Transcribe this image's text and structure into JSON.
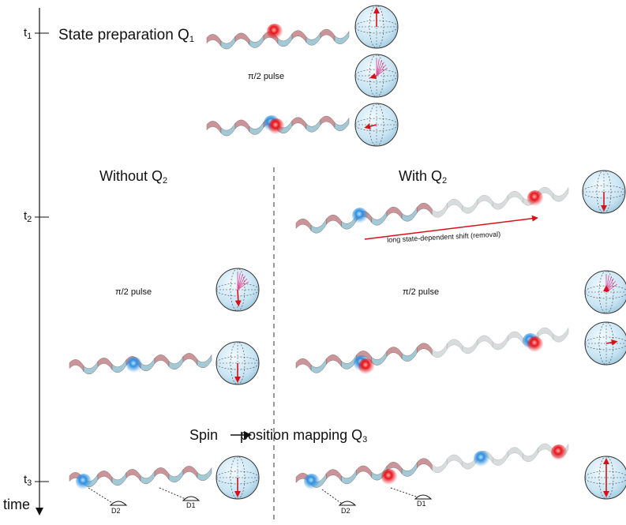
{
  "timeline": {
    "axis_label": "time",
    "ticks": [
      {
        "base": "t",
        "sub": "1"
      },
      {
        "base": "t",
        "sub": "2"
      },
      {
        "base": "t",
        "sub": "3"
      }
    ]
  },
  "headings": {
    "preparation": {
      "text": "State preparation Q",
      "sub": "1"
    },
    "without": {
      "text": "Without Q",
      "sub": "2"
    },
    "with": {
      "text": "With Q",
      "sub": "2"
    },
    "mapping": {
      "text": "Spin",
      "mid": "position mapping Q",
      "sub": "3"
    }
  },
  "pulses": {
    "top": "π/2 pulse",
    "left": "π/2 pulse",
    "right": "π/2 pulse"
  },
  "shift_label": "long state-dependent shift (removal)",
  "detectors": {
    "left": [
      "D2",
      "D1"
    ],
    "right": [
      "D2",
      "D1"
    ]
  },
  "colors": {
    "helix_pink": "#c98f93",
    "helix_blue": "#9cc7d4",
    "helix_grey": "#d2d6d6",
    "atom_red": "#e8141b",
    "atom_blue": "#2f8fe0",
    "sphere_fill": "#cfe8f5",
    "arrow_red": "#d8101a",
    "pulse_pink": "#e0509a"
  }
}
